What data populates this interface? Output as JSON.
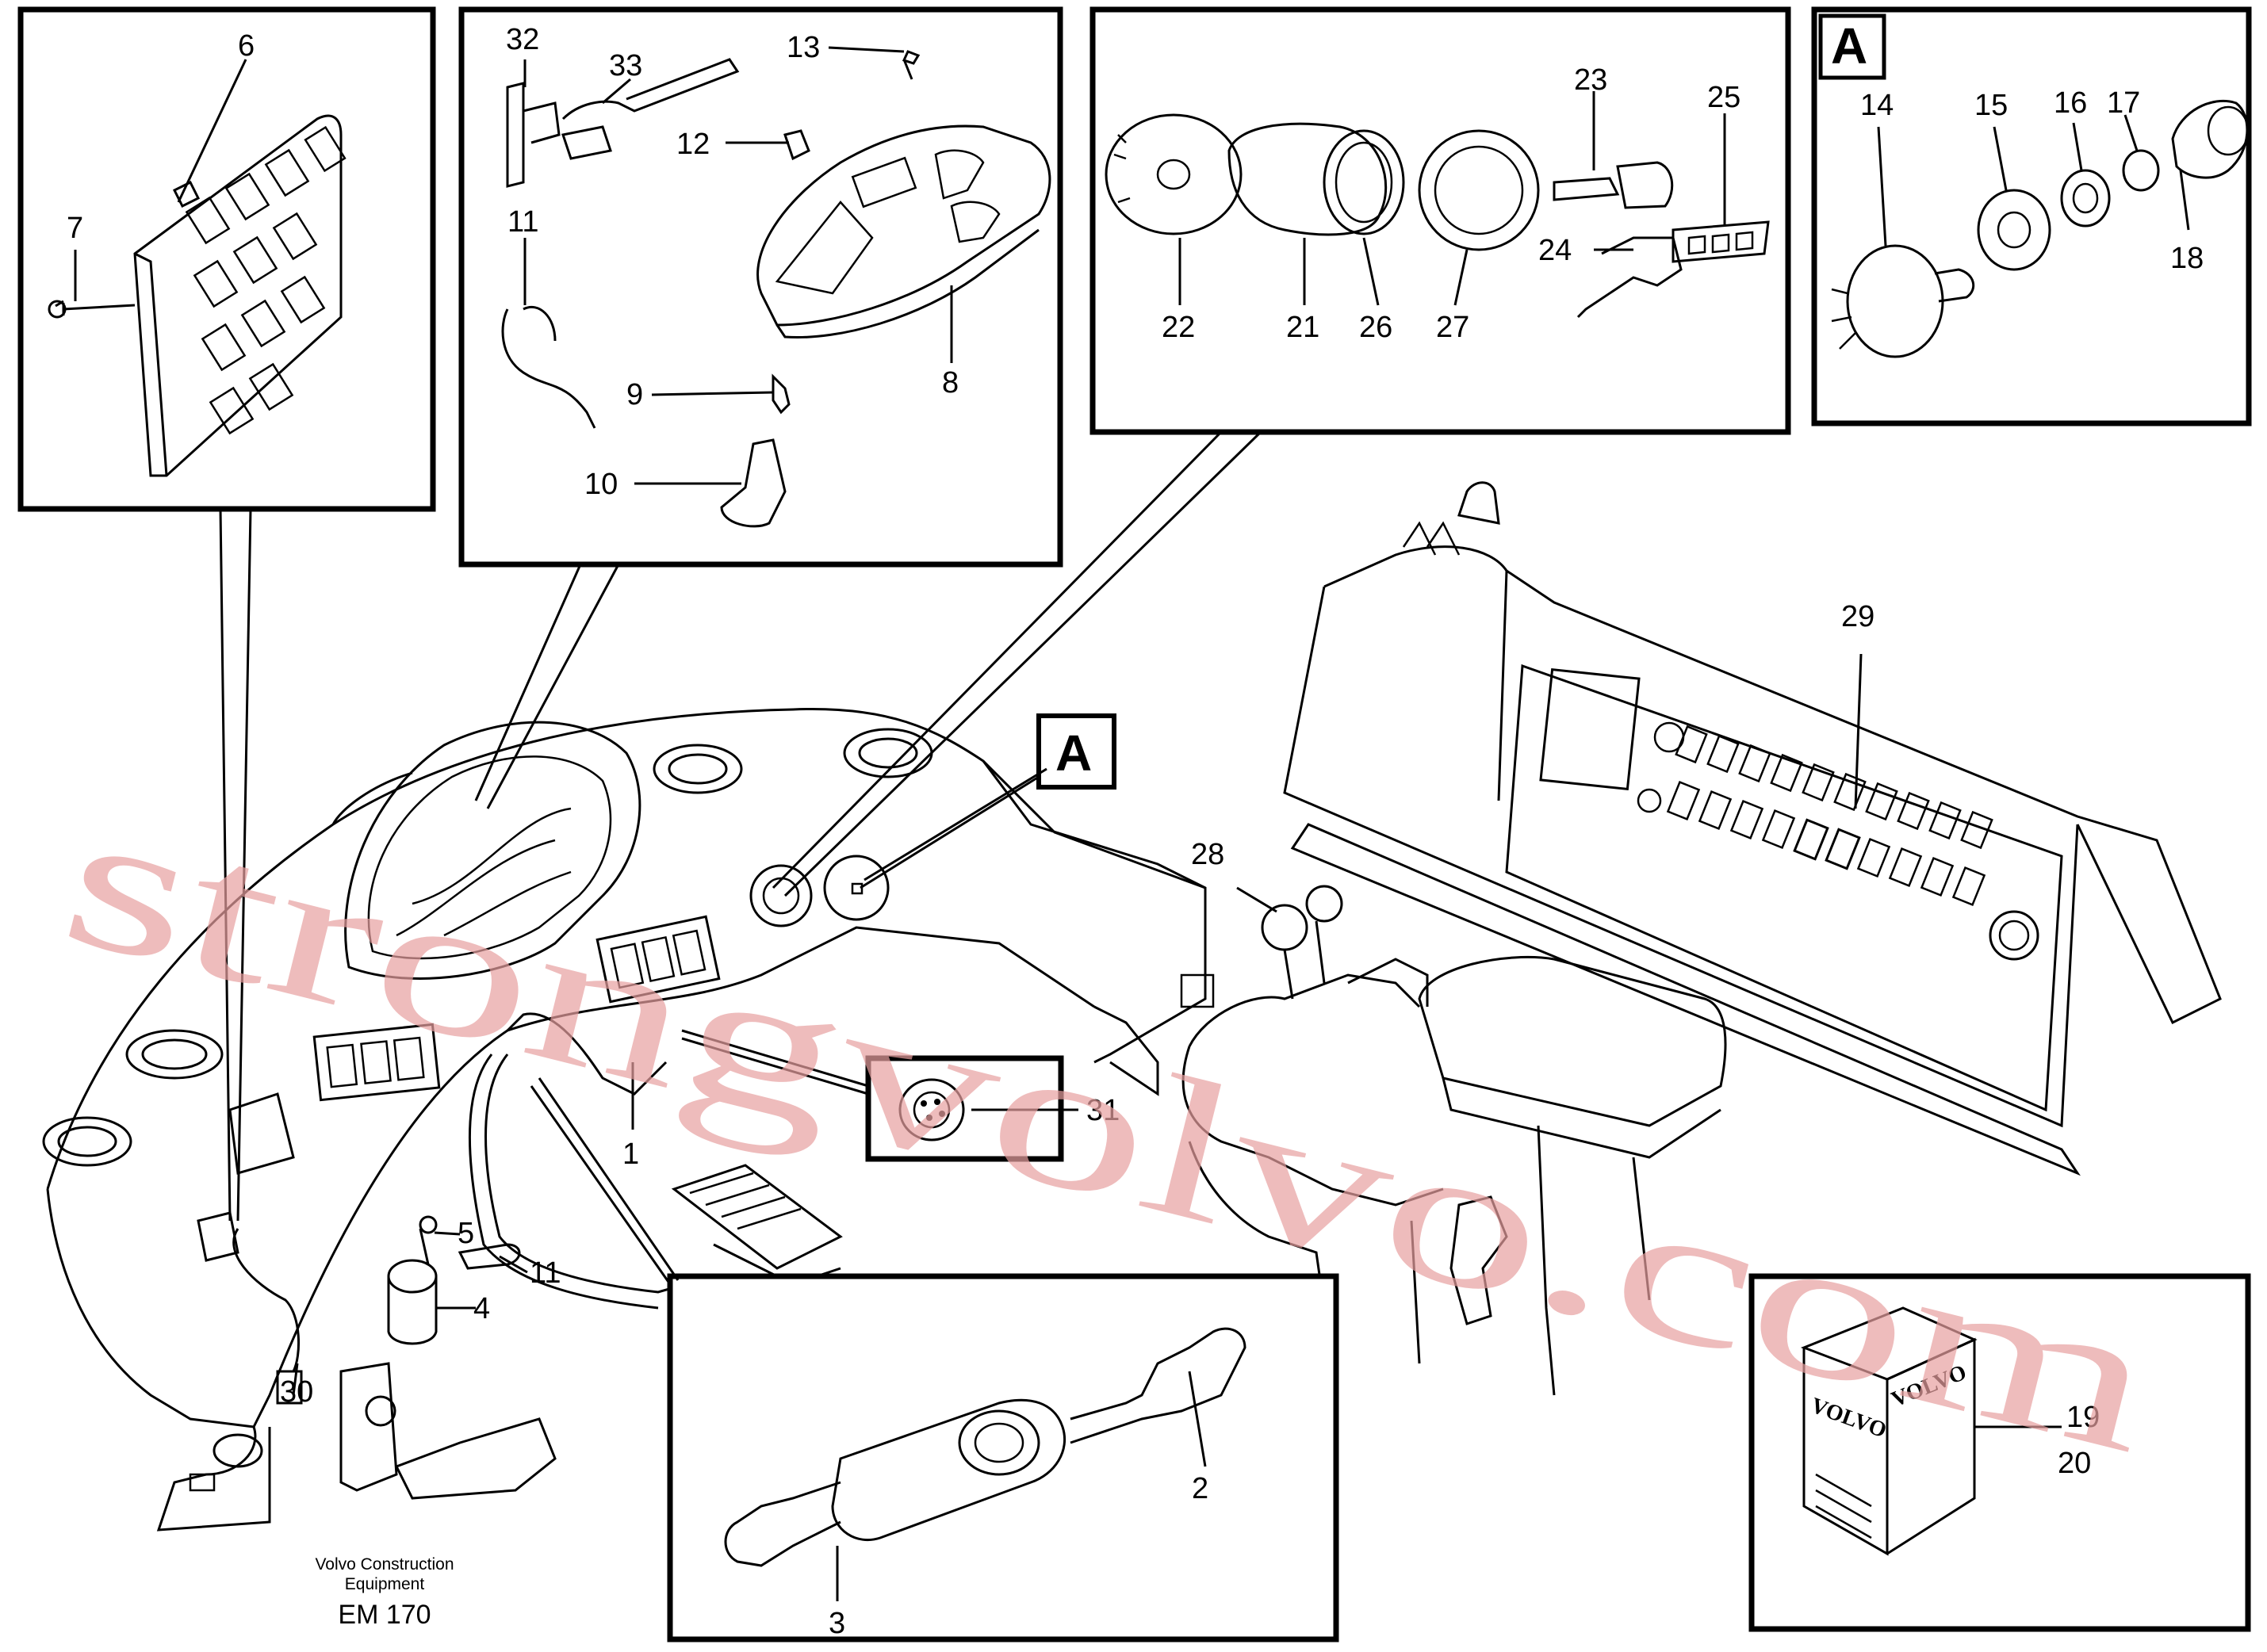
{
  "footer": {
    "line1": "Volvo Construction",
    "line2": "Equipment",
    "code": "EM 170"
  },
  "watermark": "strongvolvo.com",
  "box_marker": "A",
  "brand": "VOLVO",
  "labels": {
    "n1": "1",
    "n2": "2",
    "n3": "3",
    "n4": "4",
    "n5": "5",
    "n6": "6",
    "n7": "7",
    "n8": "8",
    "n9": "9",
    "n10": "10",
    "n11a": "11",
    "n11b": "11",
    "n12": "12",
    "n13": "13",
    "n14": "14",
    "n15": "15",
    "n16": "16",
    "n17": "17",
    "n18": "18",
    "n19": "19",
    "n20": "20",
    "n21": "21",
    "n22": "22",
    "n23": "23",
    "n24": "24",
    "n25": "25",
    "n26": "26",
    "n27": "27",
    "n28": "28",
    "n29": "29",
    "n30": "30",
    "n31": "31",
    "n32": "32",
    "n33": "33"
  }
}
